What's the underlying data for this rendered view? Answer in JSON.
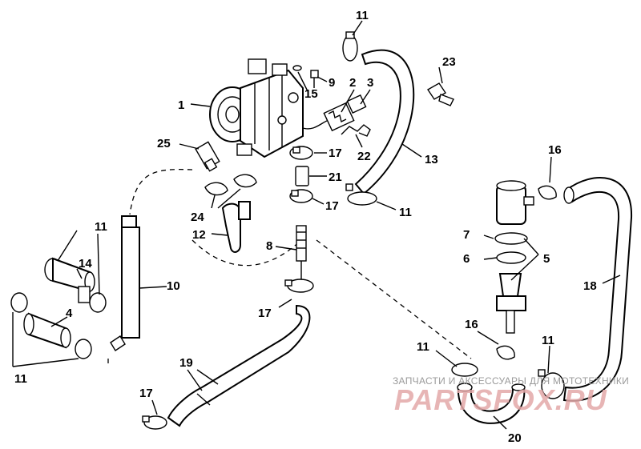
{
  "callouts": {
    "c1": "1",
    "c2": "2",
    "c3": "3",
    "c4": "4",
    "c5": "5",
    "c6": "6",
    "c7": "7",
    "c8": "8",
    "c9": "9",
    "c10": "10",
    "c11_top": "11",
    "c11_mid": "11",
    "c11_left": "11",
    "c11_bottom_left": "11",
    "c11_bottom_mid": "11",
    "c11_bottom_right": "11",
    "c12": "12",
    "c13": "13",
    "c14": "14",
    "c15": "15",
    "c16_right": "16",
    "c16_bottom": "16",
    "c17_a": "17",
    "c17_b": "17",
    "c17_c": "17",
    "c17_d": "17",
    "c18": "18",
    "c19": "19",
    "c20": "20",
    "c21": "21",
    "c22": "22",
    "c23": "23",
    "c24": "24",
    "c25": "25"
  },
  "watermark": {
    "caption": "ЗАПЧАСТИ И АКСЕССУАРЫ ДЛЯ МОТОТЕХНИКИ",
    "logo": "PARTSFOX.RU"
  }
}
